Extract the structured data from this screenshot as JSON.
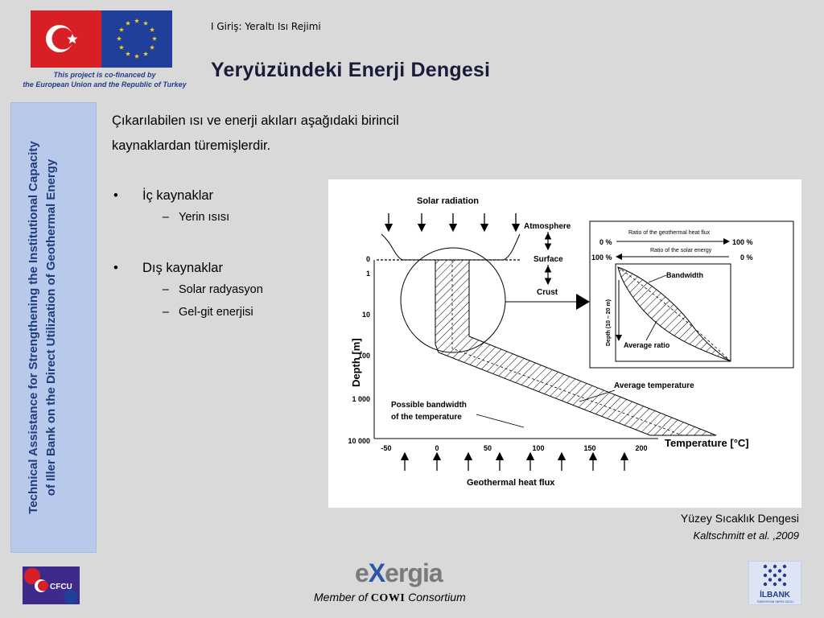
{
  "header": {
    "cofinance_line1": "This project is co-financed by",
    "cofinance_line2": "the European Union and the Republic of Turkey",
    "subtitle": "I Giriş: Yeraltı Isı Rejimi",
    "title": "Yeryüzündeki Enerji Dengesi"
  },
  "sidebar": {
    "line1": "Technical Assistance for Strengthening the Institutional Capacity",
    "line2": "of Iller Bank on the Direct Utilization of Geothermal Energy"
  },
  "content": {
    "intro_line1": "Çıkarılabilen ısı ve enerji akıları aşağıdaki birincil",
    "intro_line2": "kaynaklardan türemişlerdir.",
    "bullet_char": "•",
    "dash_char": "–",
    "bullets": [
      {
        "label": "İç kaynaklar",
        "subs": [
          "Yerin ısısı"
        ]
      },
      {
        "label": "Dış kaynaklar",
        "subs": [
          "Solar radyasyon",
          "Gel-git enerjisi"
        ]
      }
    ]
  },
  "figure": {
    "solar_radiation": "Solar radiation",
    "atmosphere": "Atmosphere",
    "surface": "Surface",
    "crust": "Crust",
    "ratio_geo": "Ratio of the geothermal heat flux",
    "ratio_solar": "Ratio of the solar energy",
    "pct0_top": "0 %",
    "pct100_top": "100 %",
    "pct100_left": "100 %",
    "pct0_right": "0 %",
    "bandwidth": "Bandwidth",
    "average_ratio": "Average ratio",
    "depth_range": "Depth (10 – 20 m)",
    "depth_axis": "Depth [m]",
    "average_temperature": "Average temperature",
    "possible_bandwidth_1": "Possible bandwidth",
    "possible_bandwidth_2": "of the temperature",
    "temperature_axis": "Temperature [°C]",
    "geothermal_heat_flux": "Geothermal heat flux",
    "y_ticks": [
      "0",
      "1",
      "10",
      "100",
      "1 000",
      "10 000"
    ],
    "x_ticks": [
      "-50",
      "0",
      "50",
      "100",
      "150",
      "200"
    ]
  },
  "caption": {
    "title": "Yüzey Sıcaklık Dengesi",
    "citation": "Kaltschmitt et al. ,2009"
  },
  "footer": {
    "cfcu_label": "CFCU",
    "exergia_e": "e",
    "exergia_x": "X",
    "exergia_rest": "ergia",
    "member_prefix": "Member of ",
    "member_brand": "COWI",
    "member_suffix": " Consortium",
    "ilbank_label": "İLBANK",
    "ilbank_tagline": "TÜRKİYE'NİN YAPICI GÜCÜ"
  },
  "colors": {
    "sidebar_bg": "#b8c9ec",
    "sidebar_text": "#1f3c7b",
    "title_text": "#1a1a3a",
    "cofinance_text": "#1f3d8c",
    "turkey_red": "#d81f26",
    "eu_blue": "#1f3f9a",
    "eu_star": "#f7d417"
  }
}
